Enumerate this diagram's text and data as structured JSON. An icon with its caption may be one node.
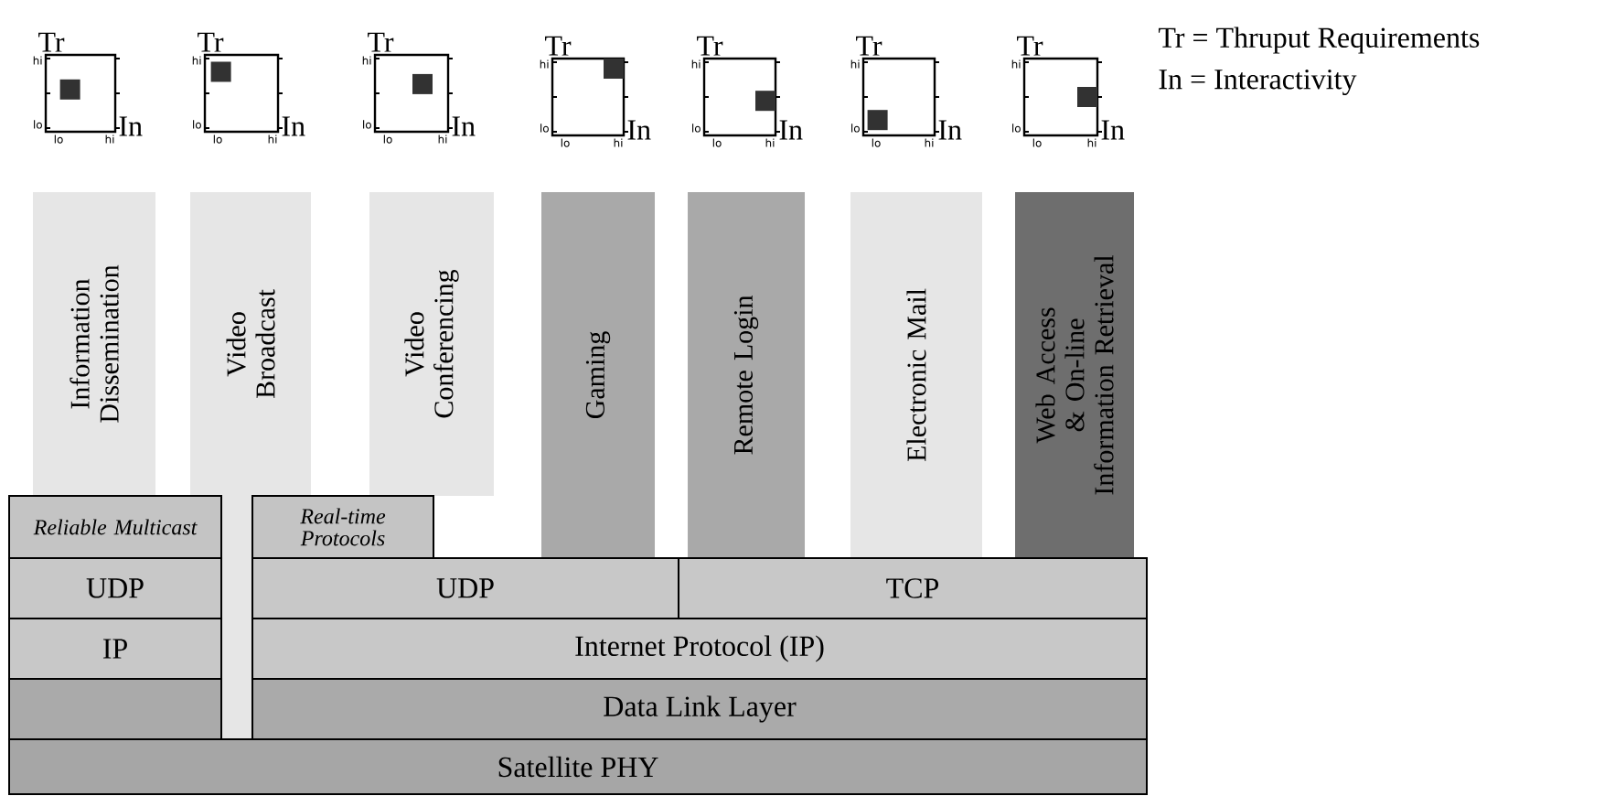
{
  "diagram": {
    "nodes": [
      {
        "text": [
          "Information Dissemination"
        ]
      },
      {
        "text": [
          "Video Broadcast"
        ]
      },
      {
        "text": [
          "Video Conferencing"
        ]
      },
      {
        "text": [
          "Gaming"
        ]
      },
      {
        "text": [
          "Remote Login"
        ]
      },
      {
        "text": [
          "Electronic Mail"
        ]
      },
      {
        "text": [
          "Web Access & On-line Information Retrieval"
        ]
      },
      {
        "text": [
          "Reliable Multicast"
        ]
      },
      {
        "text": [
          "Real-time Protocols"
        ]
      },
      {
        "text": [
          "UDP"
        ]
      },
      {
        "text": [
          "UDP"
        ]
      },
      {
        "text": [
          "TCP"
        ]
      },
      {
        "text": [
          "IP"
        ]
      },
      {
        "text": [
          "Internet Protocol (IP)"
        ]
      },
      {
        "text": [],
        "shape": "box"
      },
      {
        "text": [
          "Data Link Layer"
        ]
      },
      {
        "text": [
          "Satellite PHY"
        ]
      }
    ],
    "labels": [
      "Tr",
      "hi",
      "lo",
      "lo",
      "hi",
      "In",
      "Tr",
      "hi",
      "lo",
      "lo",
      "hi",
      "In",
      "Tr",
      "hi",
      "lo",
      "lo",
      "hi",
      "In",
      "Tr",
      "hi",
      "lo",
      "lo",
      "hi",
      "In",
      "Tr",
      "hi",
      "lo",
      "lo",
      "hi",
      "In",
      "Tr",
      "hi",
      "lo",
      "lo",
      "hi",
      "In",
      "Tr",
      "hi",
      "lo",
      "lo",
      "hi",
      "In",
      "Tr = Thruput Requirements",
      "In = Interactivity"
    ]
  }
}
